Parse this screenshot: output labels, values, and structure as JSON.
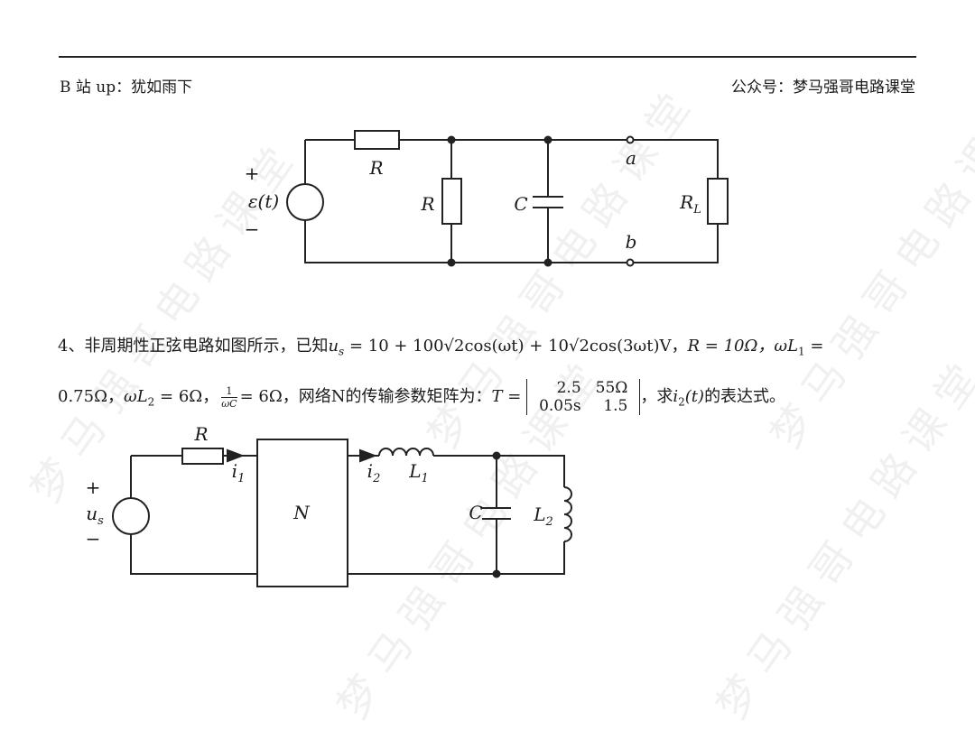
{
  "header": {
    "left": "B 站 up：犹如雨下",
    "right": "公众号：梦马强哥电路课堂"
  },
  "watermark": "梦马强哥电路课堂",
  "circuit1": {
    "plus": "+",
    "minus": "−",
    "source": "ε(t)",
    "r_series": "R",
    "r_shunt": "R",
    "capacitor": "C",
    "terminal_a": "a",
    "terminal_b": "b",
    "load": "R",
    "load_sub": "L"
  },
  "problem": {
    "number": "4、",
    "text1": "非周期性正弦电路如图所示，已知",
    "us": "u",
    "us_sub": "s",
    "eq1": " = 10 + 100√2cos(ωt) + 10√2cos(3ωt)V，",
    "r_eq": "R = 10Ω，",
    "wl1": "ωL",
    "wl1_sub": "1",
    "wl1_eq": " =",
    "line2_a": "0.75Ω，",
    "wl2": "ωL",
    "wl2_sub": "2",
    "wl2_eq": " = 6Ω，",
    "frac_num": "1",
    "frac_den": "ωC",
    "frac_eq": "= 6Ω，",
    "text2": "网络N的传输参数矩阵为：",
    "t_eq": "T = ",
    "matrix": [
      [
        "2.5",
        "55Ω"
      ],
      [
        "0.05s",
        "1.5"
      ]
    ],
    "text3": "，求",
    "i2": "i",
    "i2_sub": "2",
    "i2_t": "(t)",
    "text4": "的表达式。"
  },
  "circuit2": {
    "plus": "+",
    "minus": "−",
    "source": "u",
    "source_sub": "s",
    "resistor": "R",
    "i1": "i",
    "i1_sub": "1",
    "network": "N",
    "i2": "i",
    "i2_sub": "2",
    "l1": "L",
    "l1_sub": "1",
    "capacitor": "C",
    "l2": "L",
    "l2_sub": "2"
  }
}
